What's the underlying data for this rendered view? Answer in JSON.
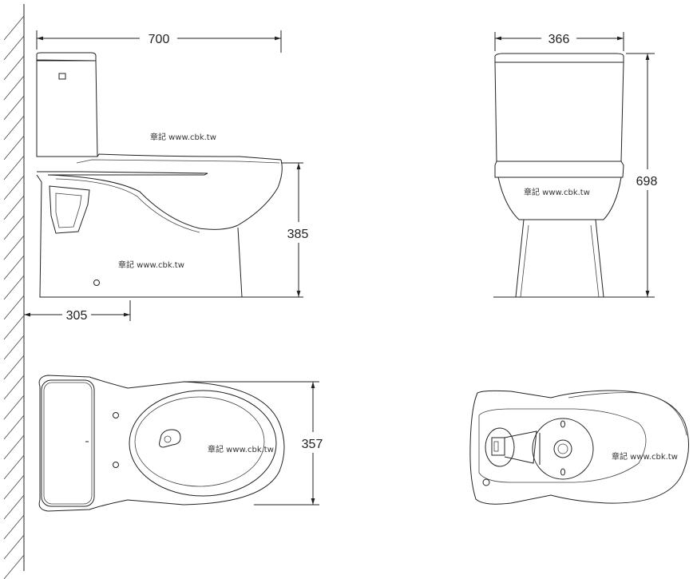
{
  "dimensions": {
    "side_width": "700",
    "side_bowl_height": "385",
    "side_rough_in": "305",
    "front_width": "366",
    "front_height": "698",
    "top_depth": "357"
  },
  "watermark": "章記 www.cbk.tw"
}
